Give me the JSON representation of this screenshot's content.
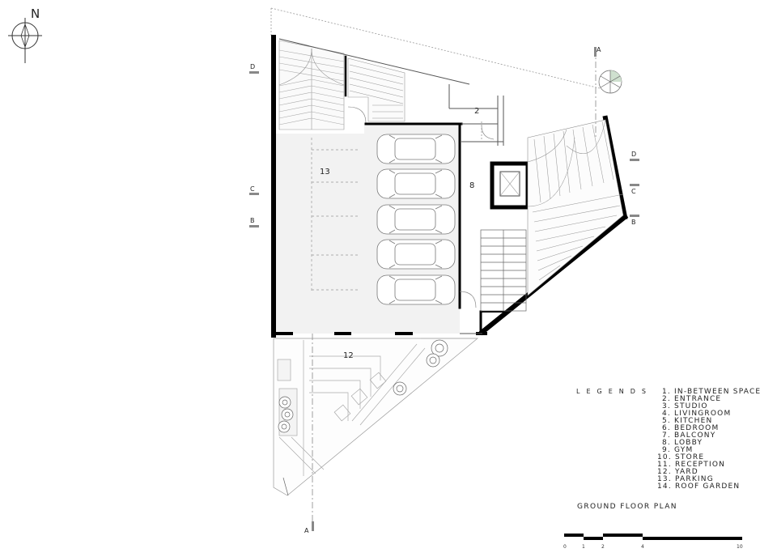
{
  "north": {
    "label": "N"
  },
  "section_markers": {
    "d_left": "D",
    "c_left": "C",
    "b_left": "B",
    "d_right": "D",
    "c_right": "C",
    "b_right": "B",
    "a_top": "A",
    "a_bottom": "A"
  },
  "rooms": {
    "entrance": "2",
    "lobby": "8",
    "yard": "12",
    "parking": "13"
  },
  "legend": {
    "title": "LEGENDS",
    "items": [
      "1. IN-BETWEEN SPACE",
      "2. ENTRANCE",
      "3. STUDIO",
      "4. LIVINGROOM",
      "5. KITCHEN",
      "6. BEDROOM",
      "7. BALCONY",
      "8. LOBBY",
      "9. GYM",
      "10. STORE",
      "11. RECEPTION",
      "12. YARD",
      "13. PARKING",
      "14. ROOF GARDEN"
    ]
  },
  "plan_title": "GROUND FLOOR PLAN",
  "scale_bar": {
    "ticks": [
      "0",
      "1",
      "2",
      "4",
      "10"
    ]
  }
}
